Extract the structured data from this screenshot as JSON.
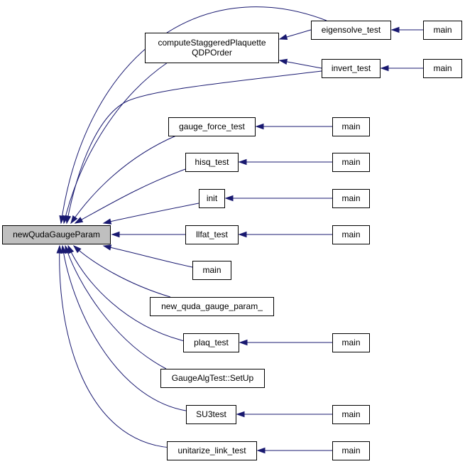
{
  "graph": {
    "colors": {
      "edge": "#191970",
      "root_fill": "#bfbfbf",
      "node_fill": "#ffffff",
      "node_border": "#000000"
    },
    "nodes": [
      {
        "id": "root",
        "label": "newQudaGaugeParam",
        "root": true
      },
      {
        "id": "eigensolve_test",
        "label": "eigensolve_test"
      },
      {
        "id": "main_eig",
        "label": "main"
      },
      {
        "id": "cspq",
        "label": [
          "computeStaggeredPlaquette",
          "QDPOrder"
        ]
      },
      {
        "id": "invert_test",
        "label": "invert_test"
      },
      {
        "id": "main_inv",
        "label": "main"
      },
      {
        "id": "gauge_force_test",
        "label": "gauge_force_test"
      },
      {
        "id": "main_gf",
        "label": "main"
      },
      {
        "id": "hisq_test",
        "label": "hisq_test"
      },
      {
        "id": "main_hisq",
        "label": "main"
      },
      {
        "id": "init",
        "label": "init"
      },
      {
        "id": "main_init",
        "label": "main"
      },
      {
        "id": "llfat_test",
        "label": "llfat_test"
      },
      {
        "id": "main_llfat",
        "label": "main"
      },
      {
        "id": "main_direct",
        "label": "main"
      },
      {
        "id": "new_quda_gauge_param_",
        "label": "new_quda_gauge_param_"
      },
      {
        "id": "plaq_test",
        "label": "plaq_test"
      },
      {
        "id": "main_plaq",
        "label": "main"
      },
      {
        "id": "gaugealg_setup",
        "label": "GaugeAlgTest::SetUp"
      },
      {
        "id": "su3test",
        "label": "SU3test"
      },
      {
        "id": "main_su3",
        "label": "main"
      },
      {
        "id": "unitarize_link_test",
        "label": "unitarize_link_test"
      },
      {
        "id": "main_unit",
        "label": "main"
      }
    ],
    "edges": [
      {
        "from": "eigensolve_test",
        "to": "root"
      },
      {
        "from": "cspq",
        "to": "root"
      },
      {
        "from": "invert_test",
        "to": "root"
      },
      {
        "from": "gauge_force_test",
        "to": "root"
      },
      {
        "from": "hisq_test",
        "to": "root"
      },
      {
        "from": "init",
        "to": "root"
      },
      {
        "from": "llfat_test",
        "to": "root"
      },
      {
        "from": "main_direct",
        "to": "root"
      },
      {
        "from": "new_quda_gauge_param_",
        "to": "root"
      },
      {
        "from": "plaq_test",
        "to": "root"
      },
      {
        "from": "gaugealg_setup",
        "to": "root"
      },
      {
        "from": "su3test",
        "to": "root"
      },
      {
        "from": "unitarize_link_test",
        "to": "root"
      },
      {
        "from": "eigensolve_test",
        "to": "cspq"
      },
      {
        "from": "invert_test",
        "to": "cspq"
      },
      {
        "from": "main_eig",
        "to": "eigensolve_test"
      },
      {
        "from": "main_inv",
        "to": "invert_test"
      },
      {
        "from": "main_gf",
        "to": "gauge_force_test"
      },
      {
        "from": "main_hisq",
        "to": "hisq_test"
      },
      {
        "from": "main_init",
        "to": "init"
      },
      {
        "from": "main_llfat",
        "to": "llfat_test"
      },
      {
        "from": "main_plaq",
        "to": "plaq_test"
      },
      {
        "from": "main_su3",
        "to": "su3test"
      },
      {
        "from": "main_unit",
        "to": "unitarize_link_test"
      }
    ]
  }
}
